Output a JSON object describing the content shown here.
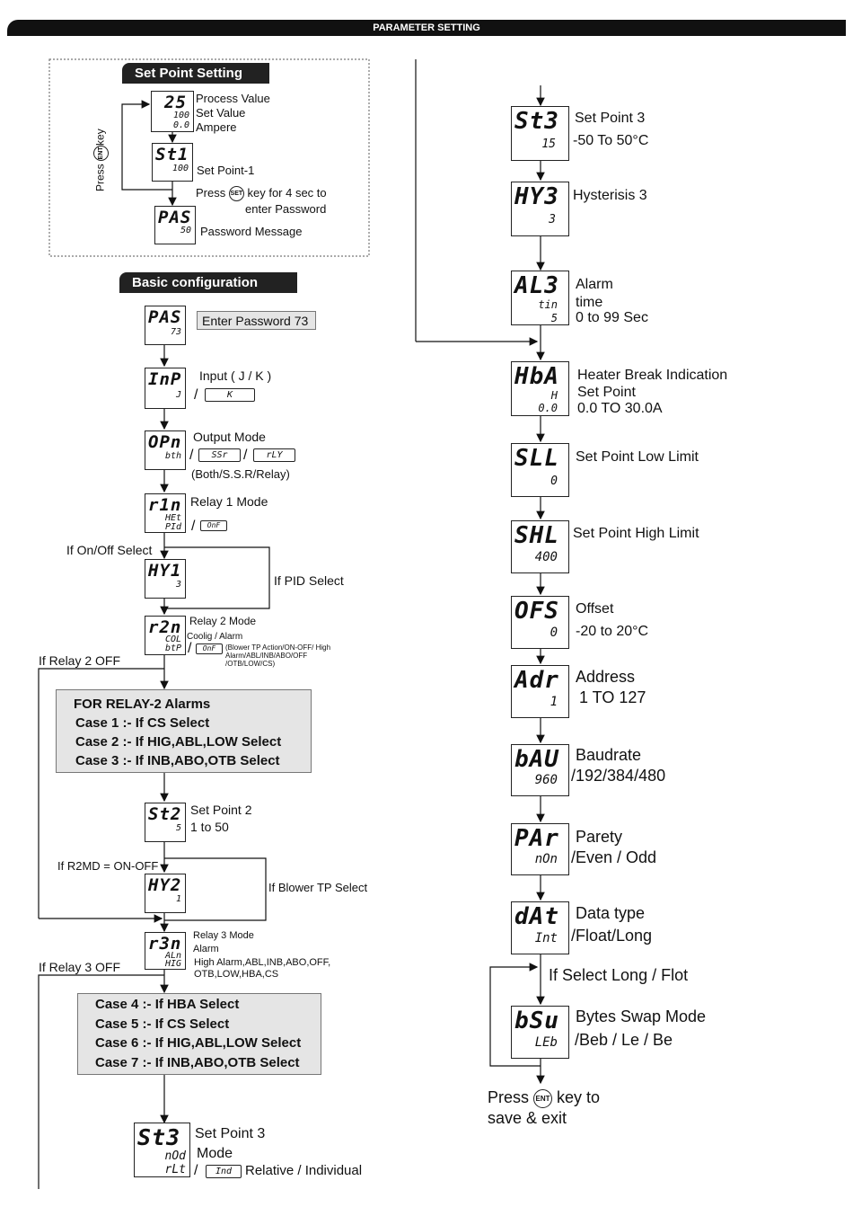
{
  "header": {
    "title": "PARAMETER SETTING"
  },
  "set_point_setting": {
    "title": "Set Point Setting",
    "display1": {
      "top": "25",
      "mid": "100",
      "bot": "0.0"
    },
    "process_value": "Process Value",
    "set_value": "Set Value",
    "ampere": "Ampere",
    "display2": {
      "top": "St1",
      "bot": "100"
    },
    "set_point_1": "Set Point-1",
    "press_key_vertical": "Press",
    "ent_key": "ENT",
    "key_word": "key",
    "press_set_line1_a": "Press",
    "set_key": "SET",
    "press_set_line1_b": "key for 4 sec to",
    "press_set_line2": "enter Password",
    "display3": {
      "top": "PAS",
      "bot": "50"
    },
    "password_message": "Password Message"
  },
  "basic_configuration": {
    "title": "Basic configuration",
    "pas": {
      "top": "PAS",
      "bot": "73",
      "label": "Enter Password 73"
    },
    "inp": {
      "top": "InP",
      "bot": "J",
      "label": "Input ( J / K )",
      "alt": "K"
    },
    "opn": {
      "top": "OPn",
      "bot": "bth",
      "label": "Output Mode",
      "alt1": "SSr",
      "alt2": "rLY",
      "desc": "(Both/S.S.R/Relay)"
    },
    "r1n": {
      "top": "r1n",
      "mid": "HEt",
      "bot": "PId",
      "label": "Relay 1 Mode",
      "alt": "OnF"
    },
    "if_onoff": "If On/Off Select",
    "if_pid": "If PID Select",
    "hy1": {
      "top": "HY1",
      "bot": "3"
    },
    "r2n": {
      "top": "r2n",
      "mid": "COL",
      "bot": "btP",
      "label": "Relay 2 Mode",
      "sub": "Coolig / Alarm",
      "alt": "OnF",
      "note": "(Blower TP Action/ON-OFF/ High Alarm/ABL/INB/ABO/OFF /OTB/LOW/CS)"
    },
    "if_relay2_off": "If Relay 2  OFF",
    "relay2_box": [
      "FOR RELAY-2 Alarms",
      "Case 1 :- If CS Select",
      "Case 2 :- If HIG,ABL,LOW Select",
      "Case 3 :- If INB,ABO,OTB Select"
    ],
    "st2": {
      "top": "St2",
      "bot": "5",
      "label": "Set Point 2",
      "range": "1 to 50"
    },
    "if_r2md": "If R2MD = ON-OFF",
    "hy2": {
      "top": "HY2",
      "bot": "1"
    },
    "if_blower": "If Blower TP Select",
    "r3n": {
      "top": "r3n",
      "mid": "ALn",
      "bot": "HIG",
      "label": "Relay 3 Mode",
      "sub": "Alarm",
      "opts1": "High Alarm,ABL,INB,ABO,OFF,",
      "opts2": "OTB,LOW,HBA,CS"
    },
    "if_relay3_off": "If Relay 3  OFF",
    "relay3_box": [
      "Case 4 :- If HBA Select",
      "Case 5 :- If CS Select",
      "Case 6 :- If HIG,ABL,LOW Select",
      "Case 7 :- If INB,ABO,OTB Select"
    ],
    "st3mode": {
      "top": "St3",
      "mid": "nOd",
      "bot": "rLt",
      "label": "Set Point 3",
      "sub": "Mode",
      "alt": "Ind",
      "alt_desc": "Relative / Individual"
    }
  },
  "right_column": {
    "st3": {
      "top": "St3",
      "bot": "15",
      "label": "Set Point 3",
      "range": "-50 To 50°C"
    },
    "hy3": {
      "top": "HY3",
      "bot": "3",
      "label": "Hysterisis 3"
    },
    "al3": {
      "top": "AL3",
      "mid": "tin",
      "bot": "5",
      "label1": "Alarm",
      "label2": "time",
      "label3": "0 to 99 Sec"
    },
    "hba": {
      "top": "HbA",
      "mid": "H",
      "bot": "0.0",
      "label1": "Heater Break Indication",
      "label2": "Set Point",
      "label3": "0.0 TO 30.0A"
    },
    "sll": {
      "top": "SLL",
      "bot": "0",
      "label": "Set Point Low Limit"
    },
    "shl": {
      "top": "SHL",
      "bot": "400",
      "label": "Set Point High Limit"
    },
    "ofs": {
      "top": "OFS",
      "bot": "0",
      "label1": "Offset",
      "label2": "-20 to 20°C"
    },
    "adr": {
      "top": "Adr",
      "bot": "1",
      "label1": "Address",
      "label2": "1 TO 127"
    },
    "bau": {
      "top": "bAU",
      "bot": "960",
      "label1": "Baudrate",
      "label2": "/192/384/480"
    },
    "par": {
      "top": "PAr",
      "bot": "nOn",
      "label1": "Parety",
      "label2": "/Even / Odd"
    },
    "dat": {
      "top": "dAt",
      "bot": "Int",
      "label1": "Data type",
      "label2": "/Float/Long"
    },
    "if_long": "If Select Long / Flot",
    "bsu": {
      "top": "bSu",
      "bot": "LEb",
      "label1": "Bytes Swap Mode",
      "label2": "/Beb / Le / Be"
    },
    "final1_a": "Press",
    "final_key": "ENT",
    "final1_b": "key to",
    "final2": "save & exit"
  }
}
